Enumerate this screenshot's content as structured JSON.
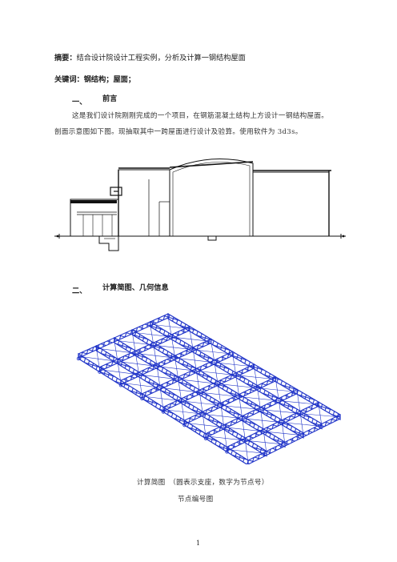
{
  "abstract": {
    "label": "摘要：",
    "text": "结合设计院设计工程实例，分析及计算一钢结构屋面"
  },
  "keywords": {
    "label": "关键词：",
    "text": "钢结构；屋面；"
  },
  "section1": {
    "number": "一、",
    "title": "前言",
    "paragraph_line1": "这是我们设计院刚刚完成的一个项目，在钢筋混凝土结构上方设计一钢结构屋面。",
    "paragraph_line2": "剖面示意图如下图。现抽取其中一跨屋面进行设计及验算。使用软件为 3d3s。"
  },
  "section2": {
    "number": "二、",
    "title": "计算简图、几何信息"
  },
  "figure_caption": "计算简图　（圆表示支座，数字为节点号）",
  "figure_caption2": "节点编号图",
  "page_number": "1",
  "colors": {
    "truss_blue": "#1f33c8",
    "drawing_black": "#111111",
    "text": "#222222"
  }
}
